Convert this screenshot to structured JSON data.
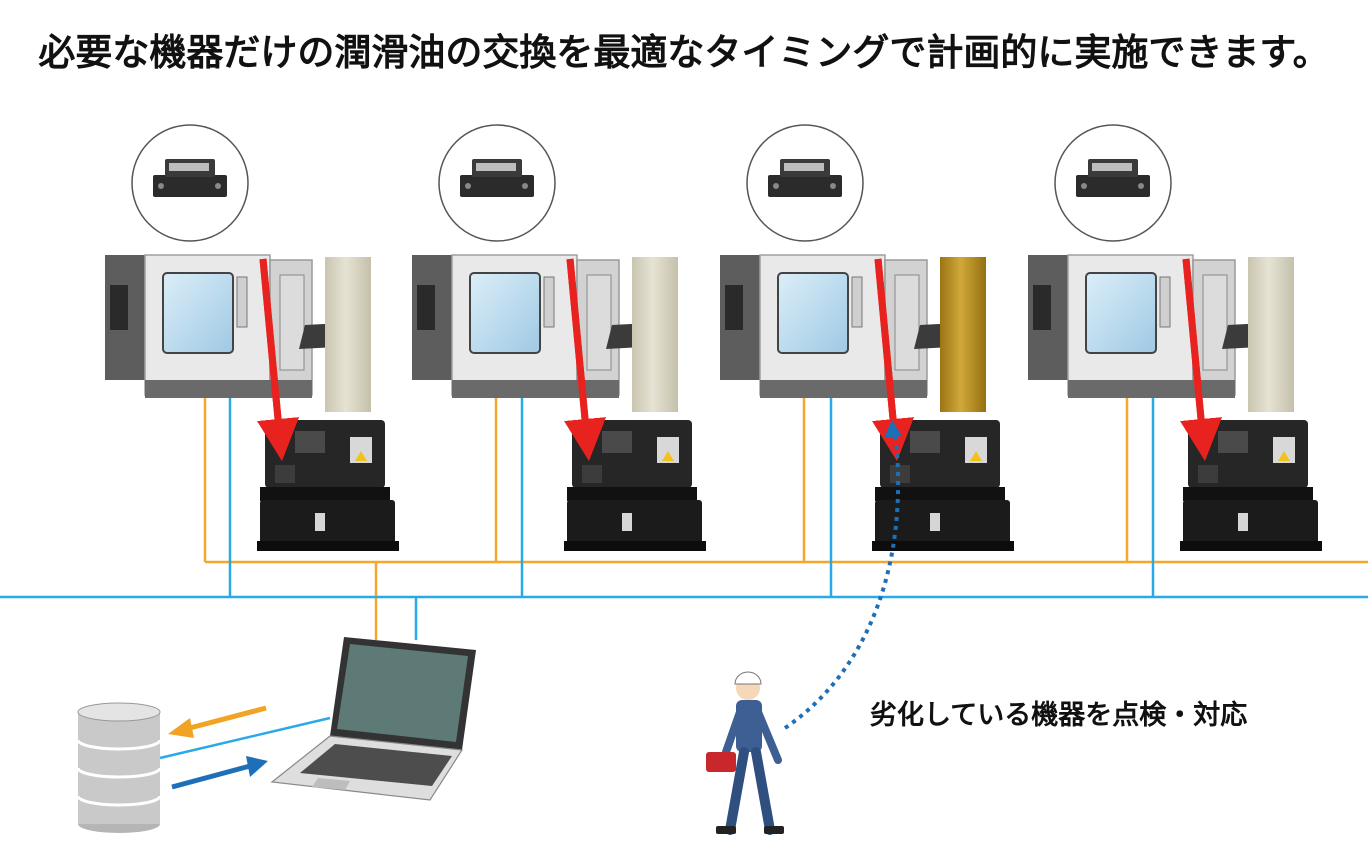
{
  "title": "必要な機器だけの潤滑油の交換を最適なタイミングで計画的に実施できます。",
  "action_label": "劣化している機器を点検・対応",
  "colors": {
    "power_line": "#f3a82b",
    "network_line": "#29a9e6",
    "flow_arrow": "#e8231f",
    "upload_arrow": "#f1a324",
    "download_arrow": "#1d70b8",
    "worker_path": "#1d70b8",
    "oil_clean": "#d4d0bd",
    "oil_degraded": "#b88a1e"
  },
  "stations": [
    {
      "id": 1,
      "oil_condition": "clean"
    },
    {
      "id": 2,
      "oil_condition": "clean"
    },
    {
      "id": 3,
      "oil_condition": "degraded"
    },
    {
      "id": 4,
      "oil_condition": "clean"
    }
  ],
  "icons": [
    "oil-sensor-icon",
    "machine-tool-icon",
    "hydraulic-unit-icon",
    "oil-column-icon",
    "laptop-icon",
    "database-icon",
    "worker-icon"
  ]
}
